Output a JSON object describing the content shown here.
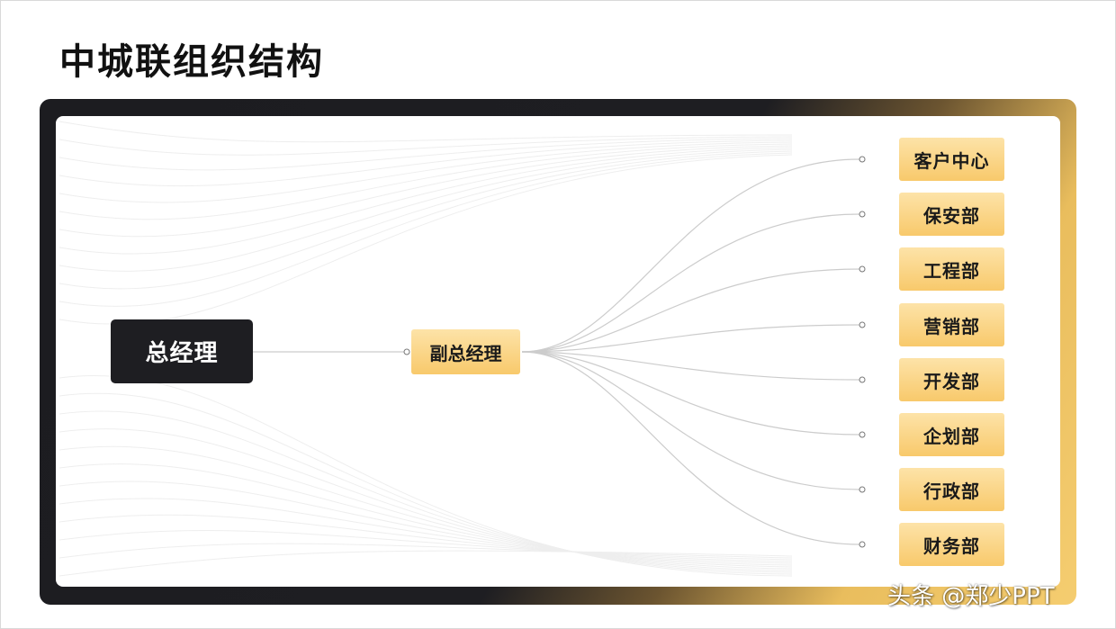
{
  "title": "中城联组织结构",
  "general_manager": "总经理",
  "deputy_general_manager": "副总经理",
  "departments": [
    "客户中心",
    "保安部",
    "工程部",
    "营销部",
    "开发部",
    "企划部",
    "行政部",
    "财务部"
  ],
  "watermark": "头条 @郑少PPT",
  "colors": {
    "dark": "#1e1e22",
    "gold_light": "#fde3a8",
    "gold": "#f8c96b",
    "line": "#cccccc"
  }
}
